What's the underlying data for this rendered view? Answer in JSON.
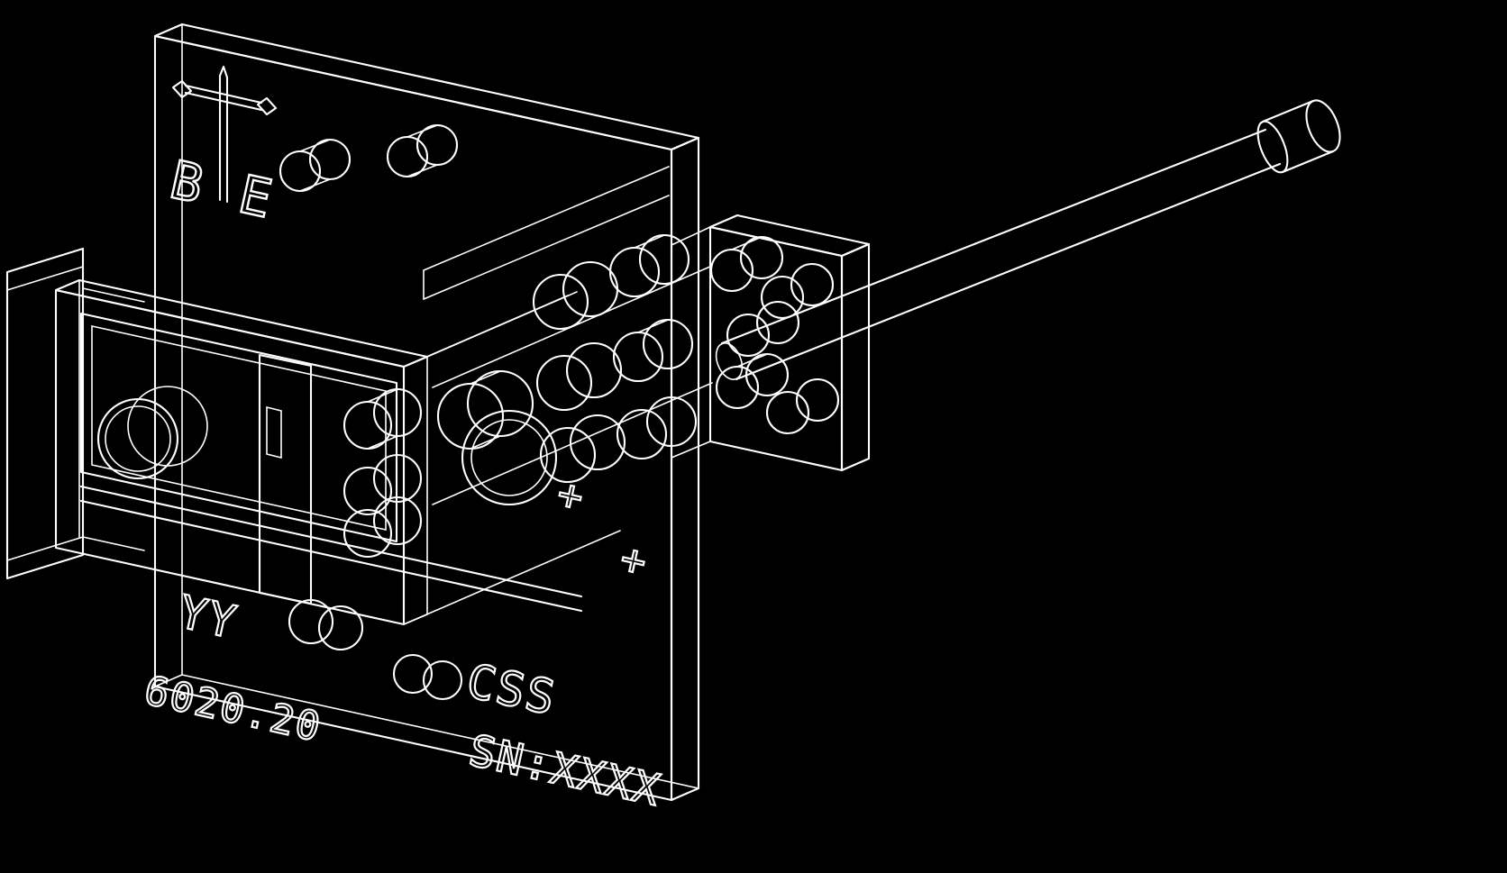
{
  "page": {
    "background_color": "#000000",
    "line_color": "#ffffff"
  },
  "drawing": {
    "logo": {
      "letter_left": "B",
      "letter_right": "E"
    },
    "markings": {
      "year_code": "YY",
      "part_number": "6020.20",
      "product_name": "CSS",
      "serial_number": "SN:XXXX",
      "polarity_mark": "+"
    }
  }
}
